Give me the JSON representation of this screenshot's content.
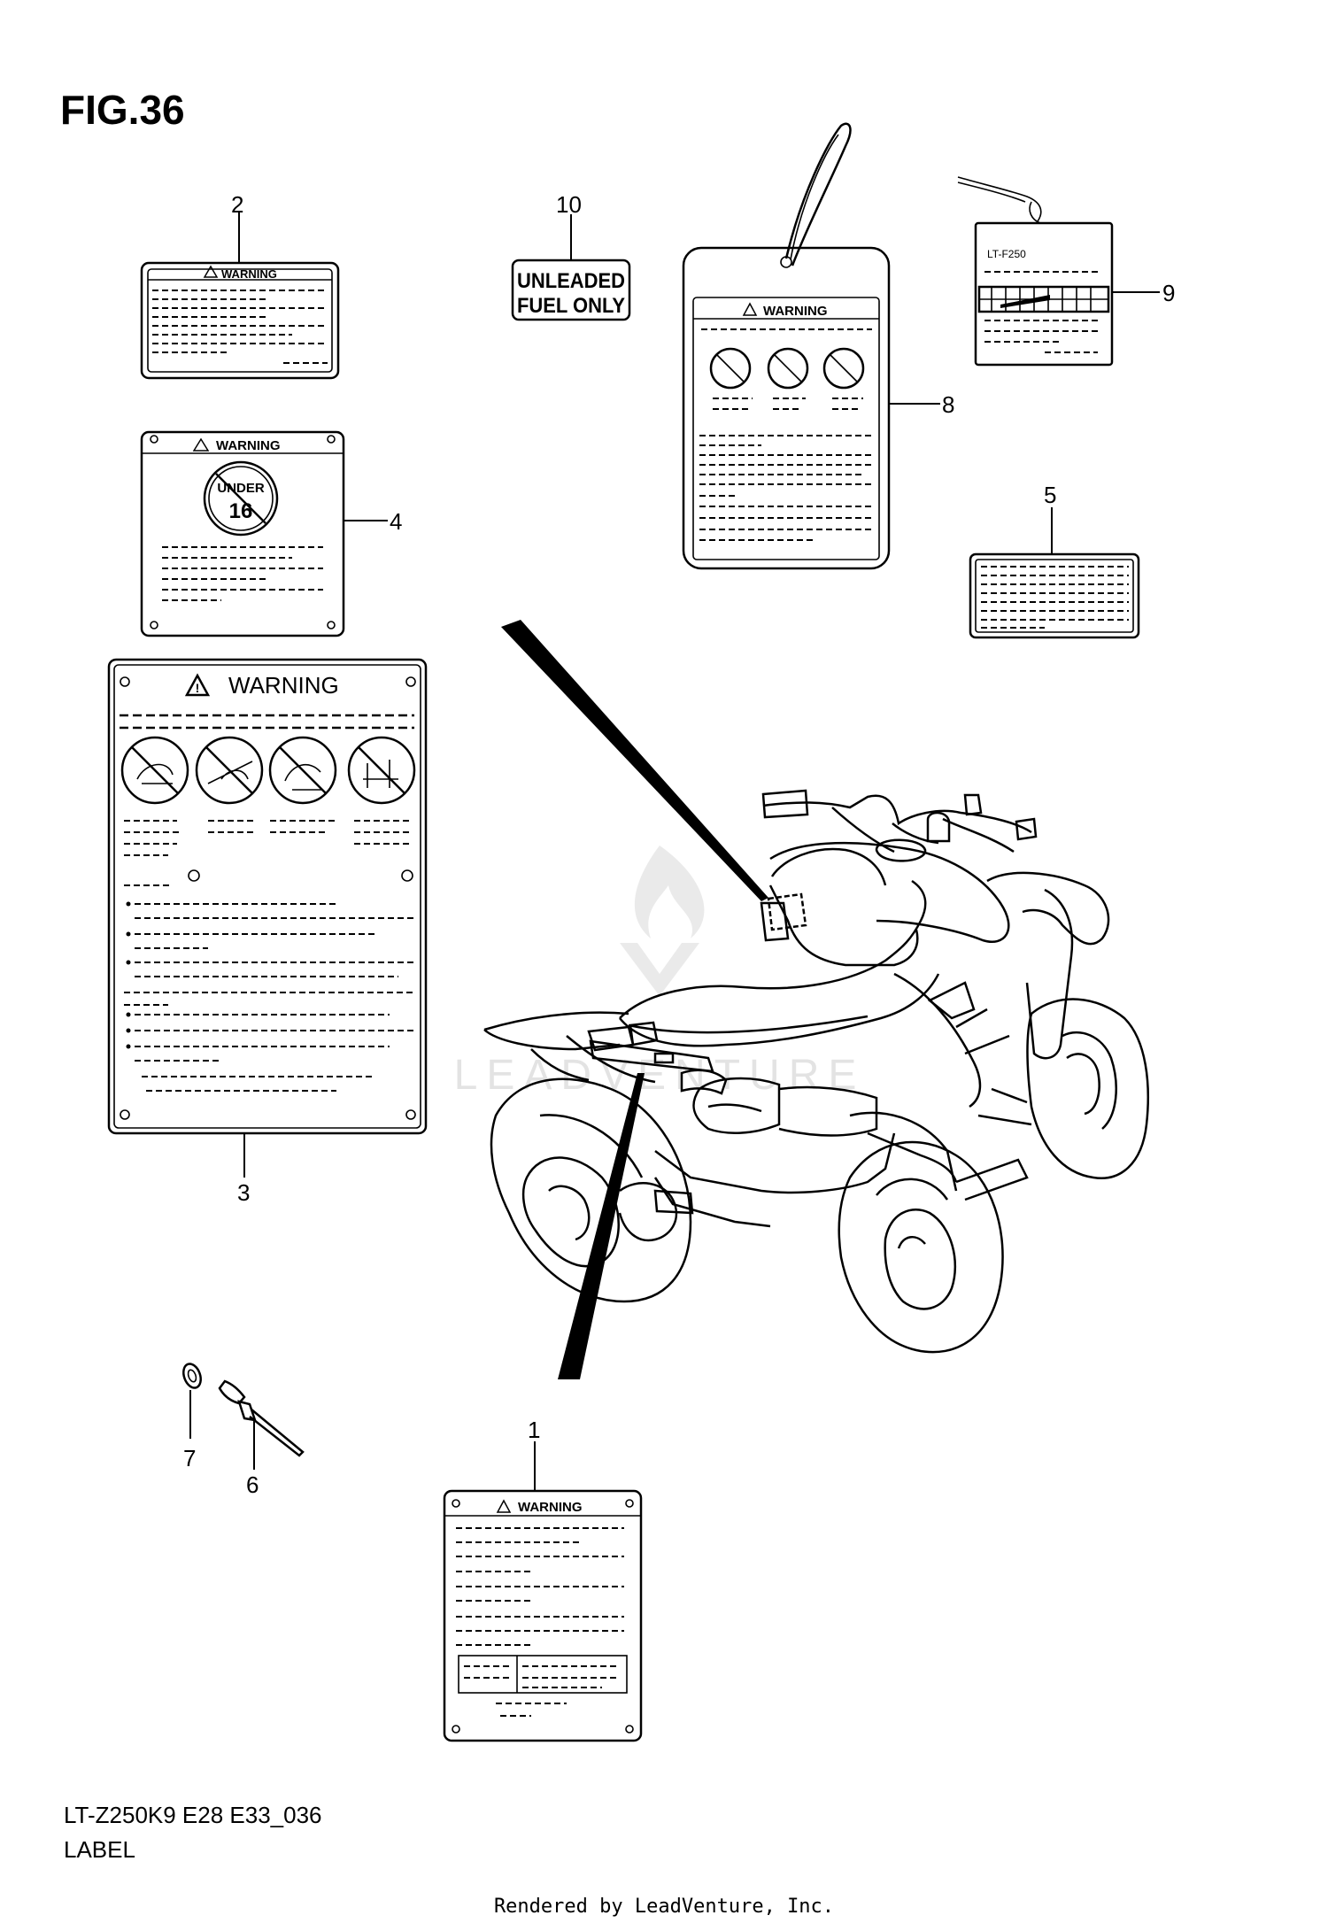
{
  "figure": {
    "title": "FIG.36",
    "model_code": "LT-Z250K9 E28 E33_036",
    "caption": "LABEL",
    "rendered_by": "Rendered by LeadVenture, Inc.",
    "watermark": "LEADVENTURE"
  },
  "labels": {
    "warning": "WARNING",
    "under16_line1": "UNDER",
    "under16_line2": "16",
    "unleaded_line1": "UNLEADED",
    "unleaded_line2": "FUEL ONLY",
    "tag_model": "LT-F250"
  },
  "callouts": [
    "1",
    "2",
    "3",
    "4",
    "5",
    "6",
    "7",
    "8",
    "9",
    "10"
  ]
}
